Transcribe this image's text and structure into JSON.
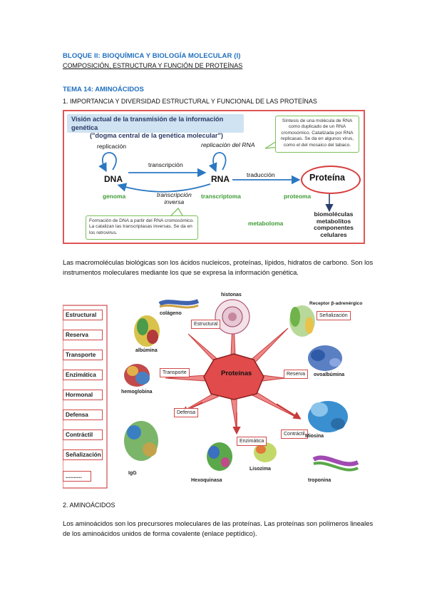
{
  "header": {
    "block_title": "BLOQUE II: BIOQUÍMICA Y BIOLOGÍA MOLECULAR (I)",
    "block_subtitle": "COMPOSICIÓN, ESTRUCTURA Y FUNCIÓN DE PROTEÍNAS"
  },
  "tema": "TEMA 14: AMINOÁCIDOS",
  "section1_heading": "1. IMPORTANCIA Y DIVERSIDAD ESTRUCTURAL Y FUNCIONAL DE LAS PROTEÍNAS",
  "dogma_diagram": {
    "banner_line1": "Visión actual de la transmisión de la información genética",
    "banner_line2": "(\"dogma central de la genética molecular\")",
    "replicacion": "replicación",
    "replicacion_rna": "replicación del RNA",
    "transcripcion": "transcripción",
    "transcripcion_inversa_1": "transcripción",
    "transcripcion_inversa_2": "inversa",
    "traduccion": "traducción",
    "dna": "DNA",
    "rna": "RNA",
    "proteina": "Proteína",
    "genoma": "genoma",
    "transcriptoma": "transcriptoma",
    "proteoma": "proteoma",
    "metaboloma": "metaboloma",
    "outputs": [
      "biomoléculas",
      "metabolitos",
      "componentes celulares"
    ],
    "note_rna": "Síntesis de una molécula de RNA como duplicado de un RNA cromosómico. Catalizada por RNA replicasas. Se da en algunos virus, como el del mosaico del tabaco.",
    "note_dna": "Formación de DNA a partir del RNA cromosómico. La catalizan las transcriptasas inversas. Se da en los retrovirus."
  },
  "paragraph1": "Las macromoléculas biológicas son los ácidos nucleicos, proteínas, lípidos, hidratos de carbono. Son los instrumentos moleculares mediante los que se expresa la información genética.",
  "protein_diagram": {
    "center": "Proteínas",
    "categories": [
      "Estructural",
      "Reserva",
      "Transporte",
      "Enzimática",
      "Hormonal",
      "Defensa",
      "Contráctil",
      "Señalización",
      ".........."
    ],
    "tags": {
      "estructural": "Estructural",
      "transporte": "Transporte",
      "defensa": "Defensa",
      "enzimatica": "Enzimática",
      "contractil": "Contráctil",
      "reserva": "Reserva",
      "senalizacion": "Señalización"
    },
    "molecules": {
      "colageno": "colágeno",
      "histonas": "histonas",
      "receptor": "Receptor β-adrenérgico",
      "albumina": "albúmina",
      "ovoalbumina": "ovoalbúmina",
      "hemoglobina": "hemoglobina",
      "miosina": "Miosina",
      "igg": "IgG",
      "hexoquinasa": "Hexoquinasa",
      "lisozima": "Lisozima",
      "troponina": "troponina"
    }
  },
  "section2_heading": "2. AMINOÁCIDOS",
  "paragraph2": "Los aminoácidos son los precursores moleculares de las proteínas. Las proteínas son polímeros lineales de los aminoácidos unidos de forma covalente (enlace peptídico).",
  "colors": {
    "heading_blue": "#1f6fbf",
    "frame_red": "#e05555",
    "green": "#3f9b35",
    "blue_arrow": "#2b78c2",
    "center_red": "#e24b4b"
  }
}
